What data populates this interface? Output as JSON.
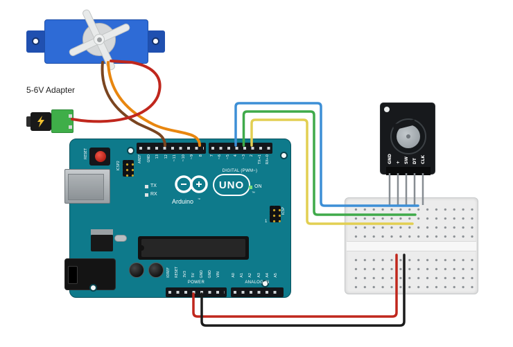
{
  "adapter": {
    "label": "5-6V Adapter"
  },
  "arduino": {
    "brand": "Arduino",
    "model": "UNO",
    "trademark": "™",
    "on_label": "ON",
    "tx_label": "TX",
    "rx_label": "RX",
    "reset_label": "RESET",
    "icsp2_label": "ICSP2",
    "icsp_label": "ICSP",
    "icsp_pin1": "1",
    "digital_title": "DIGITAL (PWM~)",
    "power_title": "POWER",
    "analog_title": "ANALOG IN",
    "digital_left": [
      "AREF",
      "GND",
      "13",
      "12",
      "~11",
      "~10",
      "~9",
      "8"
    ],
    "digital_right": [
      "7",
      "~6",
      "~5",
      "4",
      "~3",
      "2",
      "TX→1",
      "RX←0"
    ],
    "power_pins": [
      "IOREF",
      "RESET",
      "3V3",
      "5V",
      "GND",
      "GND",
      "VIN"
    ],
    "analog_pins": [
      "A0",
      "A1",
      "A2",
      "A3",
      "A4",
      "A5"
    ]
  },
  "encoder": {
    "pin_labels": [
      "GND",
      "+",
      "SW",
      "DT",
      "CLK"
    ]
  },
  "colors": {
    "arduino_teal": "#0e7a8b",
    "servo_blue": "#2e6bd6",
    "adapter_green": "#3fae49",
    "wire_red": "#c0271d",
    "wire_brown": "#7a4520",
    "wire_orange": "#e8860f",
    "wire_blue": "#3d8fd6",
    "wire_green": "#3faa4a",
    "wire_yellow": "#e2cf52",
    "wire_black": "#1b1b1b",
    "encoder_pin_gray": "#878d92"
  }
}
